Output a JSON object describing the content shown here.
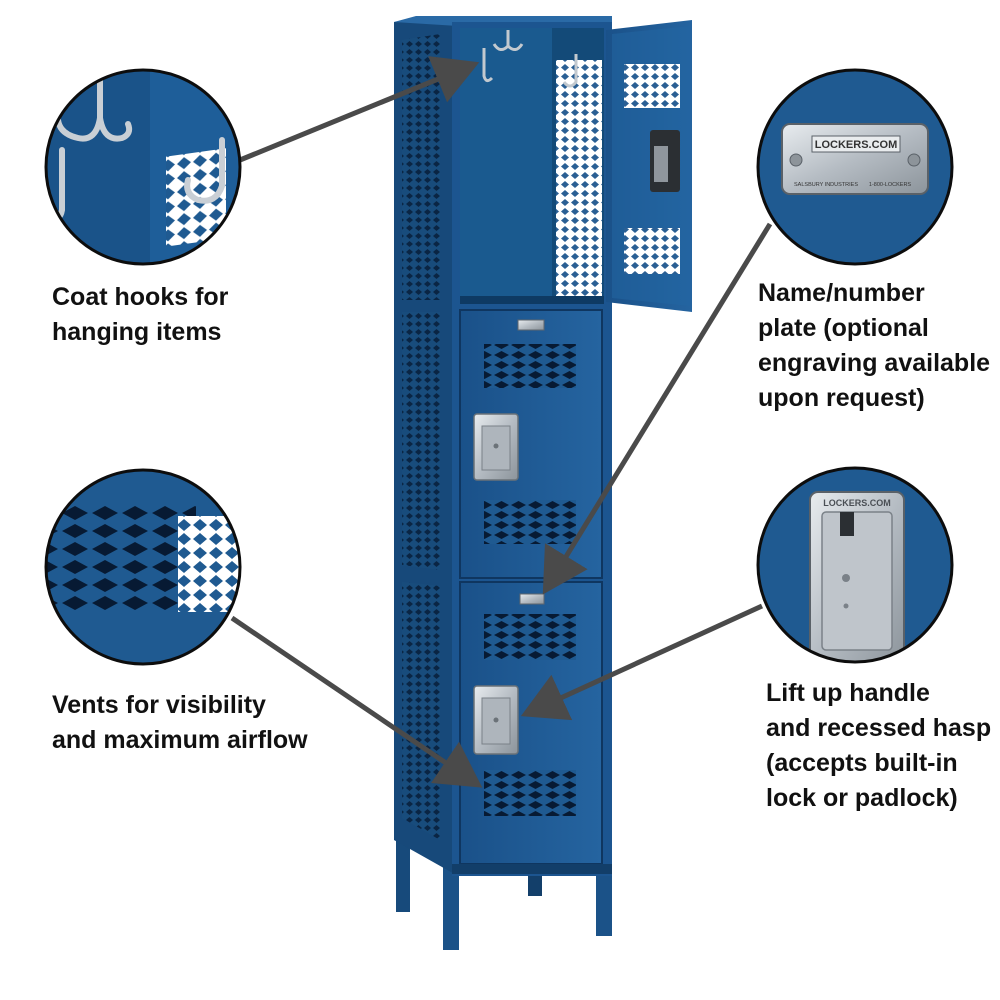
{
  "callouts": {
    "coat_hooks": {
      "lines": [
        "Coat hooks for",
        "hanging items"
      ],
      "icon": "coat-hook-icon"
    },
    "name_plate": {
      "lines": [
        "Name/number",
        "plate (optional",
        "engraving available",
        "upon request)"
      ],
      "icon": "name-plate-icon"
    },
    "vents": {
      "lines": [
        "Vents for visibility",
        "and maximum airflow"
      ],
      "icon": "vent-icon"
    },
    "hasp": {
      "lines": [
        "Lift up handle",
        "and recessed hasp",
        "(accepts built-in",
        "lock or padlock)"
      ],
      "icon": "hasp-icon"
    }
  },
  "plate": {
    "brand": "LOCKERS.COM",
    "maker": "SALSBURY INDUSTRIES",
    "phone": "1-800-LOCKERS"
  },
  "hasp_brand": "LOCKERS.COM",
  "colors": {
    "locker_blue": "#1f5a91",
    "locker_dark": "#0f3660",
    "interior": "#14507f",
    "arrow": "#4a4a4a",
    "metal": "#c7ccd1",
    "caption": "#111111"
  }
}
